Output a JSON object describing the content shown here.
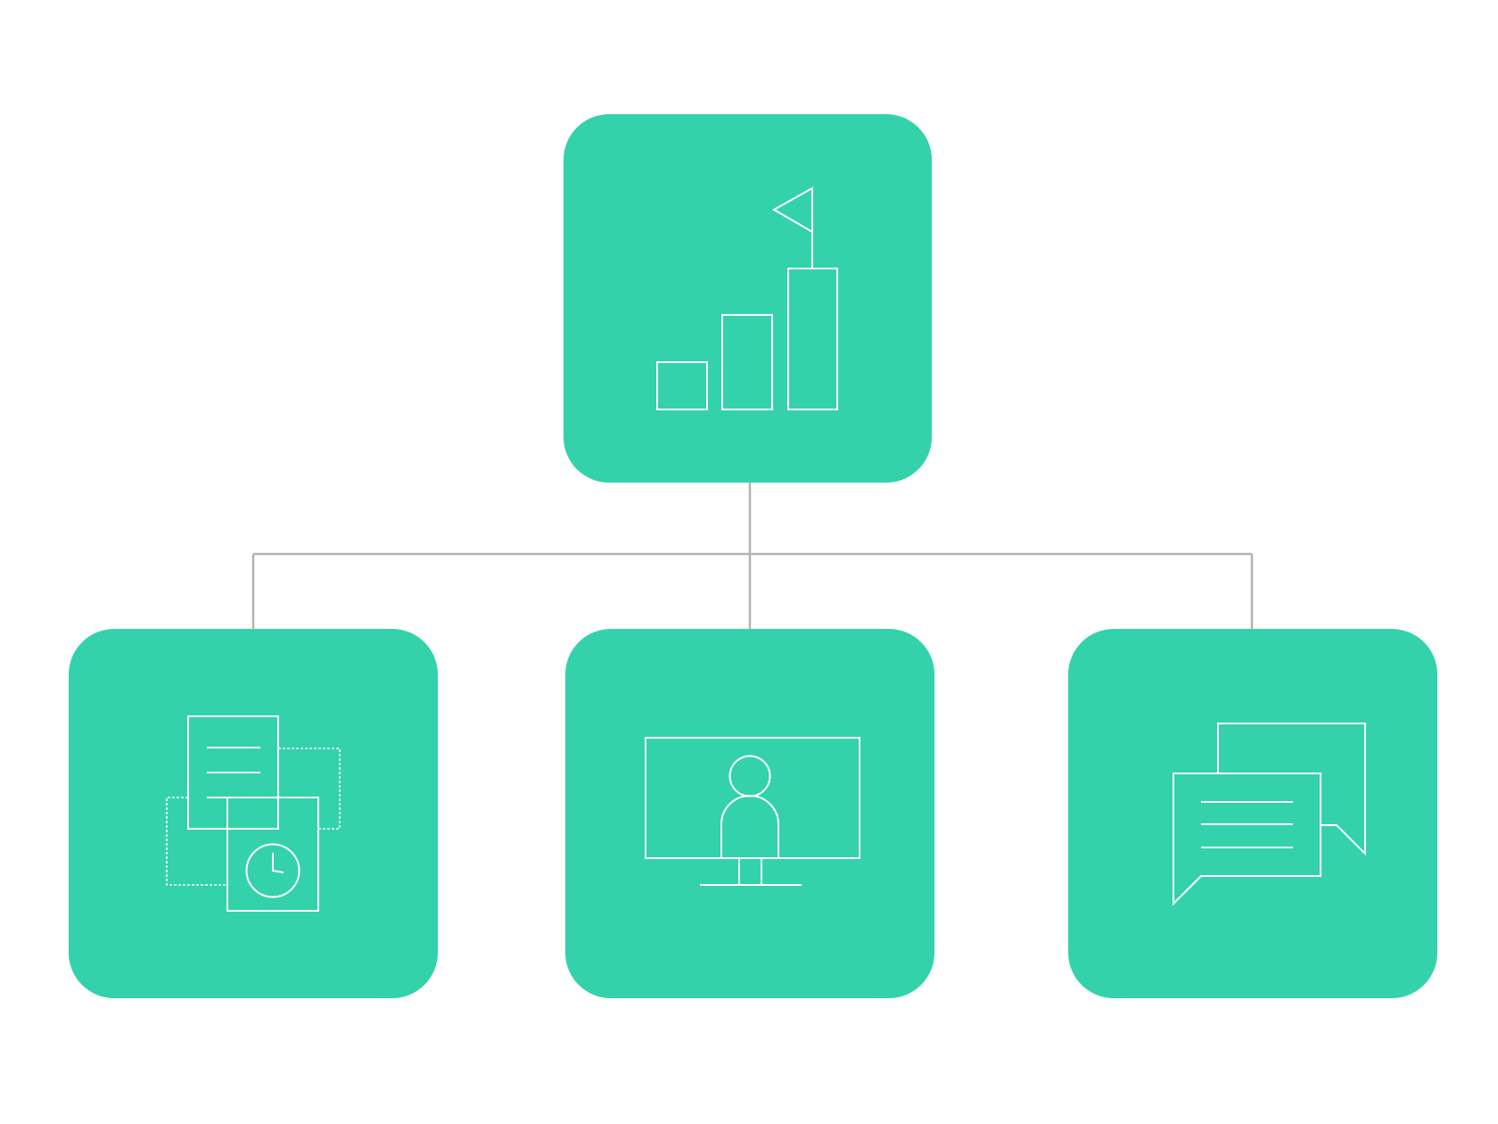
{
  "colors": {
    "background": "#ffffff",
    "node_fill": "#34d2aa",
    "connector": "#b3b3b3",
    "icon_line": "#ffffff"
  },
  "nodes": [
    {
      "id": "root",
      "icon": "bar-chart-flag-icon"
    },
    {
      "id": "left",
      "icon": "documents-clock-icon"
    },
    {
      "id": "center",
      "icon": "monitor-person-icon"
    },
    {
      "id": "right",
      "icon": "chat-bubbles-icon"
    }
  ],
  "edges": [
    {
      "from": "root",
      "to": "left"
    },
    {
      "from": "root",
      "to": "center"
    },
    {
      "from": "root",
      "to": "right"
    }
  ]
}
